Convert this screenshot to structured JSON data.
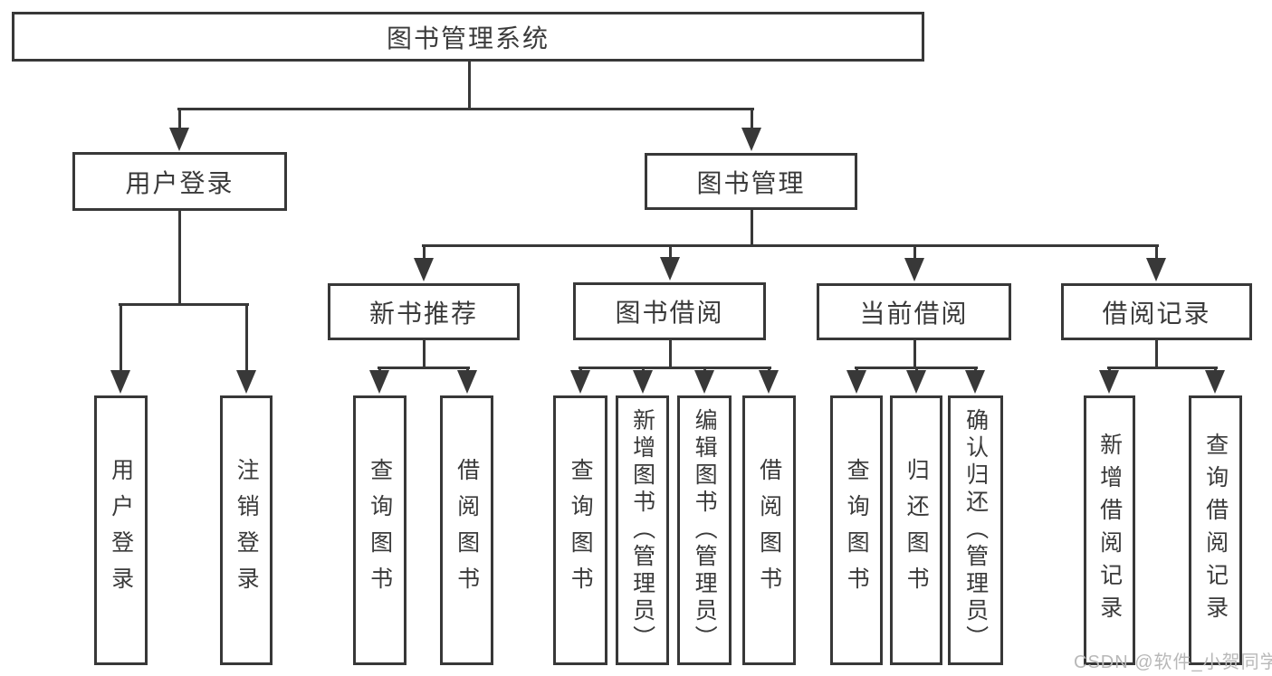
{
  "diagram_title": "图书管理系统",
  "nodes": {
    "root": {
      "label": "图书管理系统"
    },
    "user_login": {
      "label": "用户登录"
    },
    "book_mgmt": {
      "label": "图书管理"
    },
    "new_book_rec": {
      "label": "新书推荐"
    },
    "book_borrow": {
      "label": "图书借阅"
    },
    "current_borrow": {
      "label": "当前借阅"
    },
    "borrow_records": {
      "label": "借阅记录"
    },
    "ul_login": {
      "label": "用户登录"
    },
    "ul_logout": {
      "label": "注销登录"
    },
    "nbr_query": {
      "label": "查询图书"
    },
    "nbr_borrow": {
      "label": "借阅图书"
    },
    "bb_query": {
      "label": "查询图书"
    },
    "bb_add": {
      "label": "新增图书（管理员）"
    },
    "bb_edit": {
      "label": "编辑图书（管理员）"
    },
    "bb_borrow": {
      "label": "借阅图书"
    },
    "cb_query": {
      "label": "查询图书"
    },
    "cb_return": {
      "label": "归还图书"
    },
    "cb_confirm": {
      "label": "确认归还（管理员）"
    },
    "br_add": {
      "label": "新增借阅记录"
    },
    "br_query": {
      "label": "查询借阅记录"
    }
  },
  "hierarchy": {
    "图书管理系统": {
      "用户登录": [
        "用户登录",
        "注销登录"
      ],
      "图书管理": {
        "新书推荐": [
          "查询图书",
          "借阅图书"
        ],
        "图书借阅": [
          "查询图书",
          "新增图书（管理员）",
          "编辑图书（管理员）",
          "借阅图书"
        ],
        "当前借阅": [
          "查询图书",
          "归还图书",
          "确认归还（管理员）"
        ],
        "借阅记录": [
          "新增借阅记录",
          "查询借阅记录"
        ]
      }
    }
  },
  "watermark": {
    "text": "CSDN @软件_小贺同学"
  },
  "colors": {
    "line": "#383838",
    "box_fill": "#ffffff",
    "text": "#3a3a3a",
    "watermark": "#b8b8b8",
    "background": "#ffffff"
  }
}
